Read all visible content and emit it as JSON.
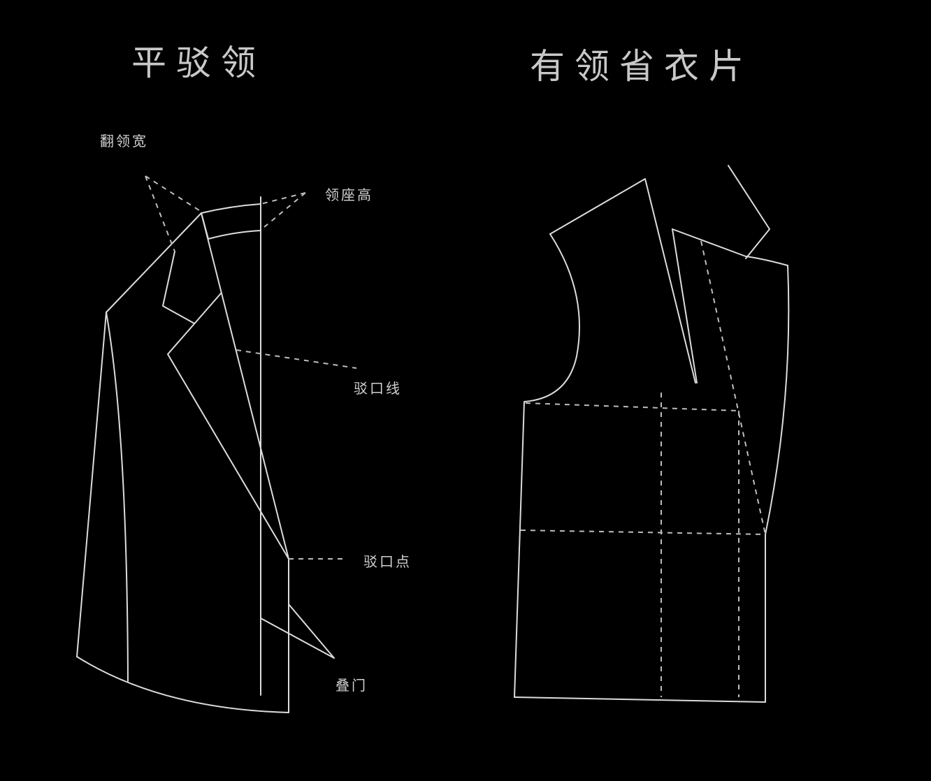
{
  "left_pattern": {
    "title": "平驳领",
    "labels": {
      "collar_width": "翻领宽",
      "stand_height": "领座高",
      "roll_line": "驳口线",
      "roll_point": "驳口点",
      "overlap": "叠门"
    }
  },
  "right_pattern": {
    "title": "有领省衣片"
  },
  "colors": {
    "background": "#000000",
    "line": "#dcdcdc",
    "dashed": "#bdbdbd",
    "text": "#d0d0d0"
  }
}
